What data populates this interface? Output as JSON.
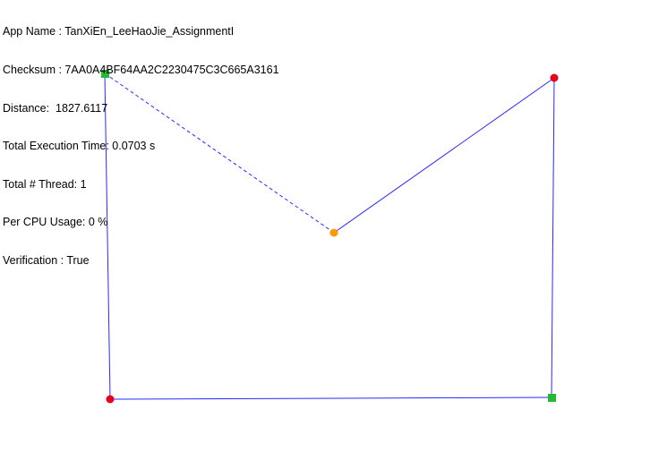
{
  "info": {
    "app_name": "App Name : TanXiEn_LeeHaoJie_AssignmentI",
    "checksum": "Checksum : 7AA0A4BF64AA2C2230475C3C665A3161",
    "distance": "Distance:  1827.6117",
    "execution_time": "Total Execution Time: 0.0703 s",
    "thread_count": "Total # Thread: 1",
    "cpu_usage": "Per CPU Usage: 0 %",
    "verification": "Verification : True"
  },
  "colors": {
    "route_line": "#2a2aff",
    "start_node": "#ff9900",
    "city_node": "#e8001c",
    "depot_node": "#22bb33",
    "text": "#000000",
    "background": "#ffffff"
  },
  "legend": {
    "start_icon": "circle-orange",
    "city_icon": "circle-red",
    "depot_icon": "square-green"
  }
}
